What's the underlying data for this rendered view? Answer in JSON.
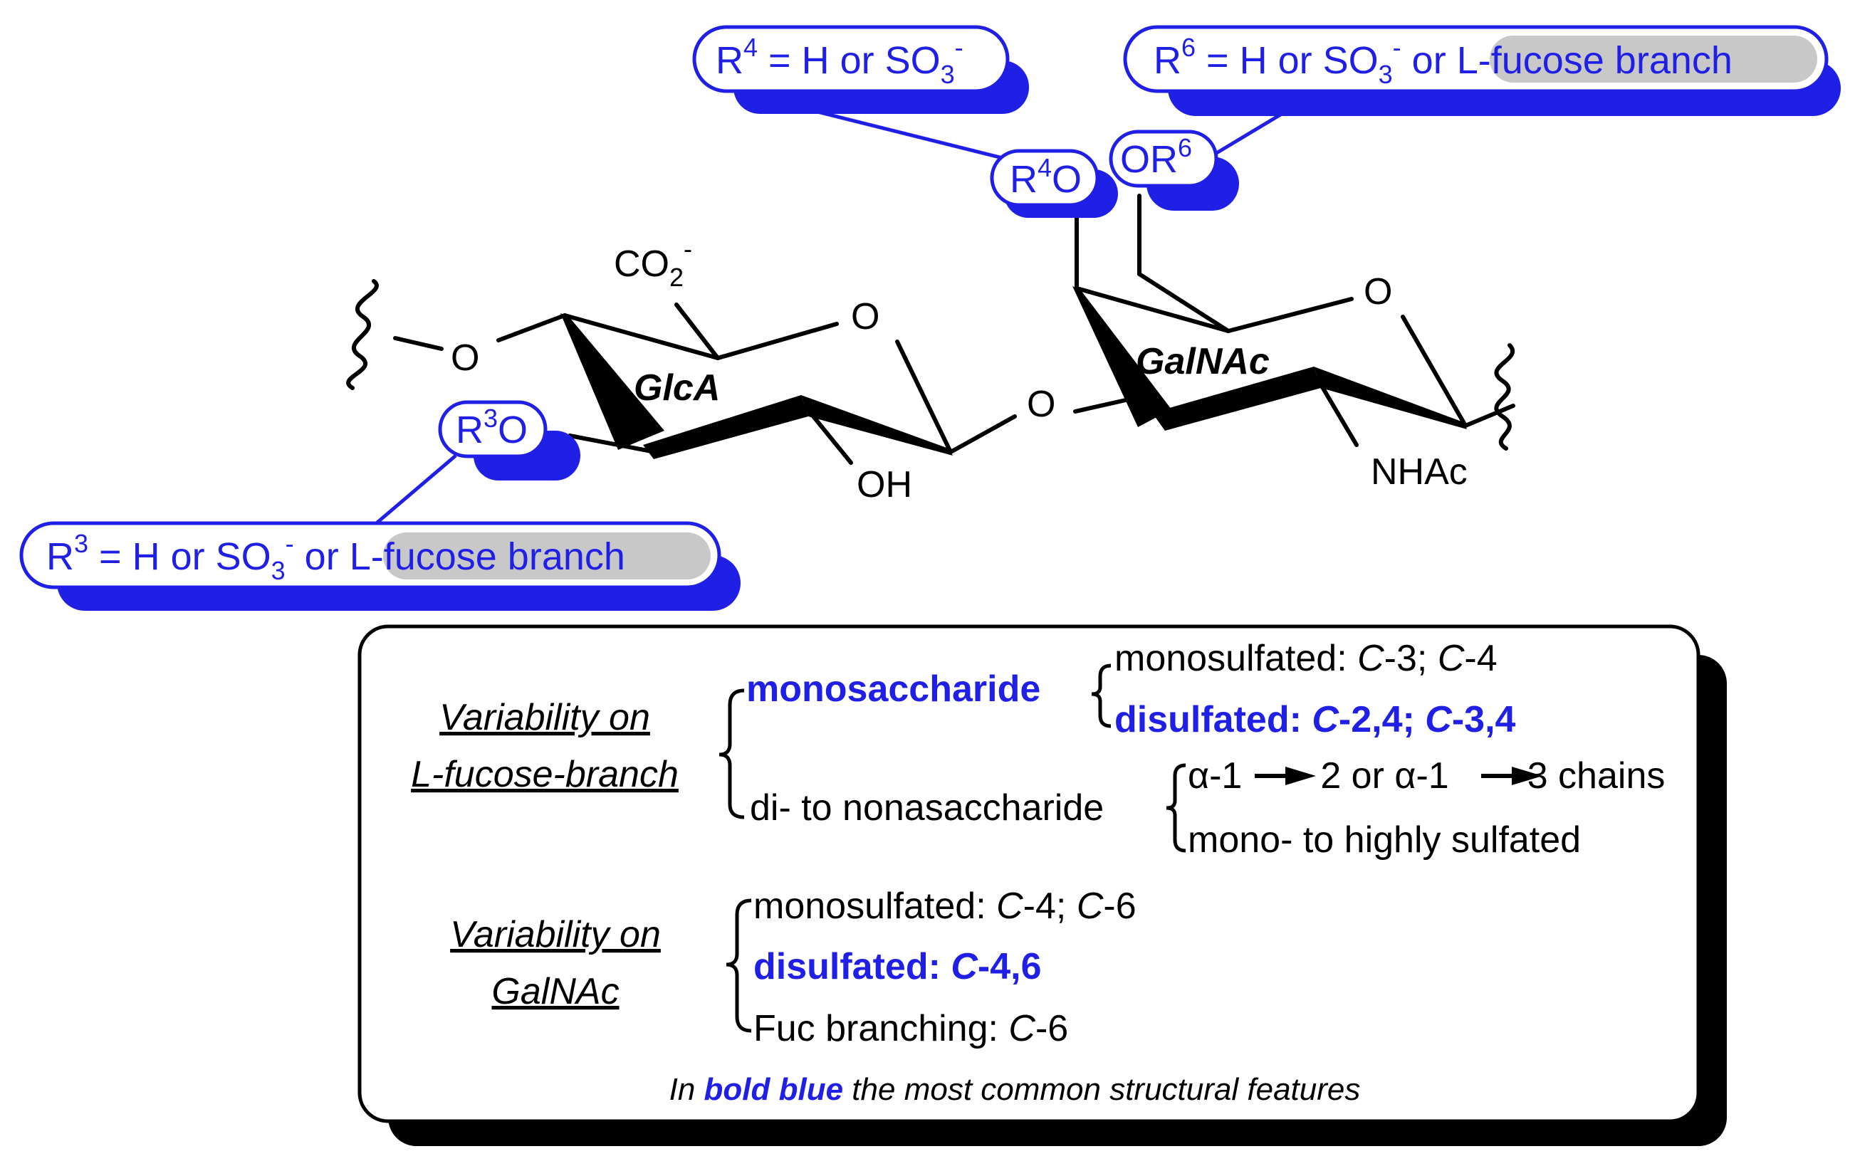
{
  "structure": {
    "carboxylate": {
      "main": "CO",
      "sub": "2",
      "sup": "-"
    },
    "glca_ring_o": "O",
    "glca_name": "GlcA",
    "glca_oh": "OH",
    "glycosidic_o": "O",
    "left_link_o": "O",
    "galnac_ring_o": "O",
    "galnac_name": "GalNAc",
    "galnac_nhac": "NHAc",
    "r3o": {
      "r": "R",
      "sup": "3",
      "o": "O"
    },
    "r4o": {
      "r": "R",
      "sup": "4",
      "o": "O"
    },
    "or6": {
      "o": "OR",
      "sup": "6"
    }
  },
  "callouts": {
    "r4": {
      "r": "R",
      "sup": "4",
      "eq": " = H or SO",
      "sub": "3",
      "chg": "-"
    },
    "r6": {
      "r": "R",
      "sup": "6",
      "eq": " = H or SO",
      "sub": "3",
      "chg": "-",
      "or": " or ",
      "branch": "L-fucose branch"
    },
    "r3": {
      "r": "R",
      "sup": "3",
      "eq": " = H or SO",
      "sub": "3",
      "chg": "-",
      "or": " or ",
      "branch": "L-fucose branch"
    }
  },
  "box": {
    "fucose_section": {
      "heading_1": "Variability on",
      "heading_2": "L-fucose-branch",
      "mono": "monosaccharide",
      "mono_items": [
        {
          "plain": "monosulfated: ",
          "ital1": "C",
          "rest1": "-3; ",
          "ital2": "C",
          "rest2": "-4"
        },
        {
          "plain": "disulfated: ",
          "ital1": "C",
          "rest1": "-2,4; ",
          "ital2": "C",
          "rest2": "-3,4"
        }
      ],
      "oligo": "di- to nonasaccharide",
      "oligo_items": {
        "chains": {
          "a1": "α-1",
          "two": "2 or ",
          "a2": "α-1",
          "three": "3 chains"
        },
        "sulfation": "mono- to highly sulfated"
      }
    },
    "galnac_section": {
      "heading_1": "Variability on",
      "heading_2": "GalNAc",
      "items": [
        {
          "plain": "monosulfated: ",
          "ital1": "C",
          "rest1": "-4; ",
          "ital2": "C",
          "rest2": "-6"
        },
        {
          "plain": "disulfated: ",
          "ital1": "C",
          "rest1": "-4,6"
        },
        {
          "plain": "Fuc branching: ",
          "ital1": "C",
          "rest1": "-6"
        }
      ]
    },
    "footnote": {
      "pre": "In ",
      "bold": "bold blue",
      "post": " the most common structural features"
    }
  },
  "colors": {
    "accent_blue": "#1f1fe6",
    "highlight_grey": "#c8c8c8",
    "line": "#000000"
  }
}
